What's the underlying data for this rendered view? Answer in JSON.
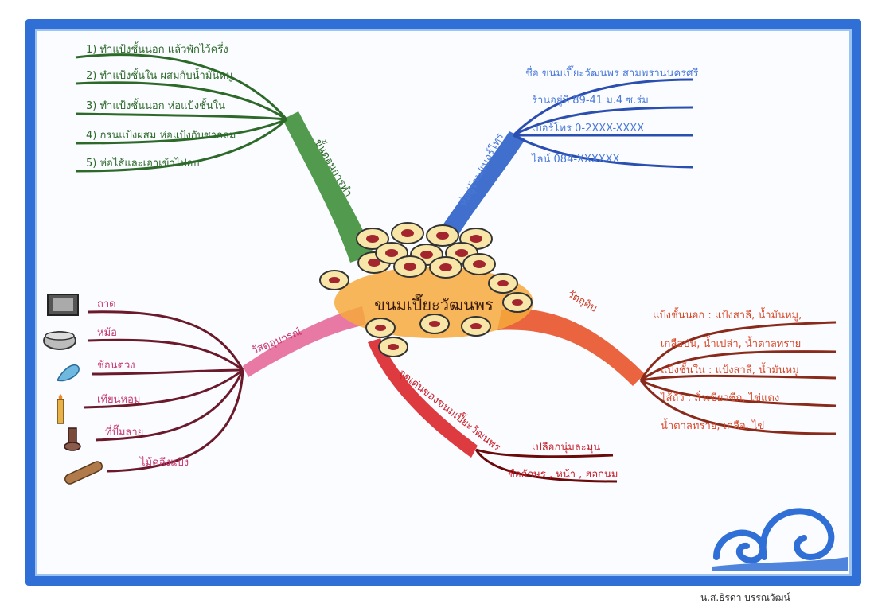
{
  "center": {
    "title": "ขนมเปี๊ยะวัฒนพร"
  },
  "branches": {
    "steps": {
      "title": "ขั้นตอนการทำ",
      "color": "#3f8f3a",
      "items": [
        "1) ทำแป้งชั้นนอก แล้วพักไว้ครึ่ง",
        "2) ทำแป้งชั้นใน ผสมกับน้ำมันหมู",
        "3) ทำแป้งชั้นนอก ห่อแป้งชั้นใน",
        "4) กรนแป้งผสม ห่อแป้งกับชากลม",
        "5) ห่อไส้และเอาเข้าไปอบ"
      ]
    },
    "shop": {
      "title": "ที่อยู่ร้าน/เบอร์โทร",
      "color": "#2c5fc9",
      "items": [
        "ชื่อ ขนมเปี๊ยะวัฒนพร สามพรานนครศรี",
        "ร้านอยู่ที่ 89-41 ม.4 ซ.ร่ม",
        "เบอร์โทร 0-2XXX-XXXX",
        "ไลน์ 084-XXXXXX"
      ]
    },
    "ingredients": {
      "title": "วัตถุดิบ",
      "color": "#e8542a",
      "items": [
        "แป้งชั้นนอก : แป้งสาลี, น้ำมันหมู,",
        "เกลือป่น, น้ำเปล่า, น้ำตาลทราย",
        "แป้งชั้นใน : แป้งสาลี, น้ำมันหมู",
        "ไส้ถั่ว : ถั่วเขียวซีก, ไข่แดง",
        "น้ำตาลทราย, เกลือ, ไข่"
      ]
    },
    "tools": {
      "title": "วัสดุอุปกรณ์",
      "color": "#e56a9a",
      "items": [
        "ถาด",
        "หม้อ",
        "ช้อนตวง",
        "เทียนหอม",
        "ที่ปั๊มลาย",
        "ไม้คลึงแป้ง"
      ]
    },
    "features": {
      "title": "จุดเด่นของขนมเปี๊ยะวัฒนพร",
      "color": "#d9262b",
      "items": [
        "เปลือกนุ่มละมุน",
        "ชื่ออักษร , หน้า , ฮอกนม"
      ]
    }
  },
  "signature": "น.ส.ธิรดา บรรณวัฒน์"
}
